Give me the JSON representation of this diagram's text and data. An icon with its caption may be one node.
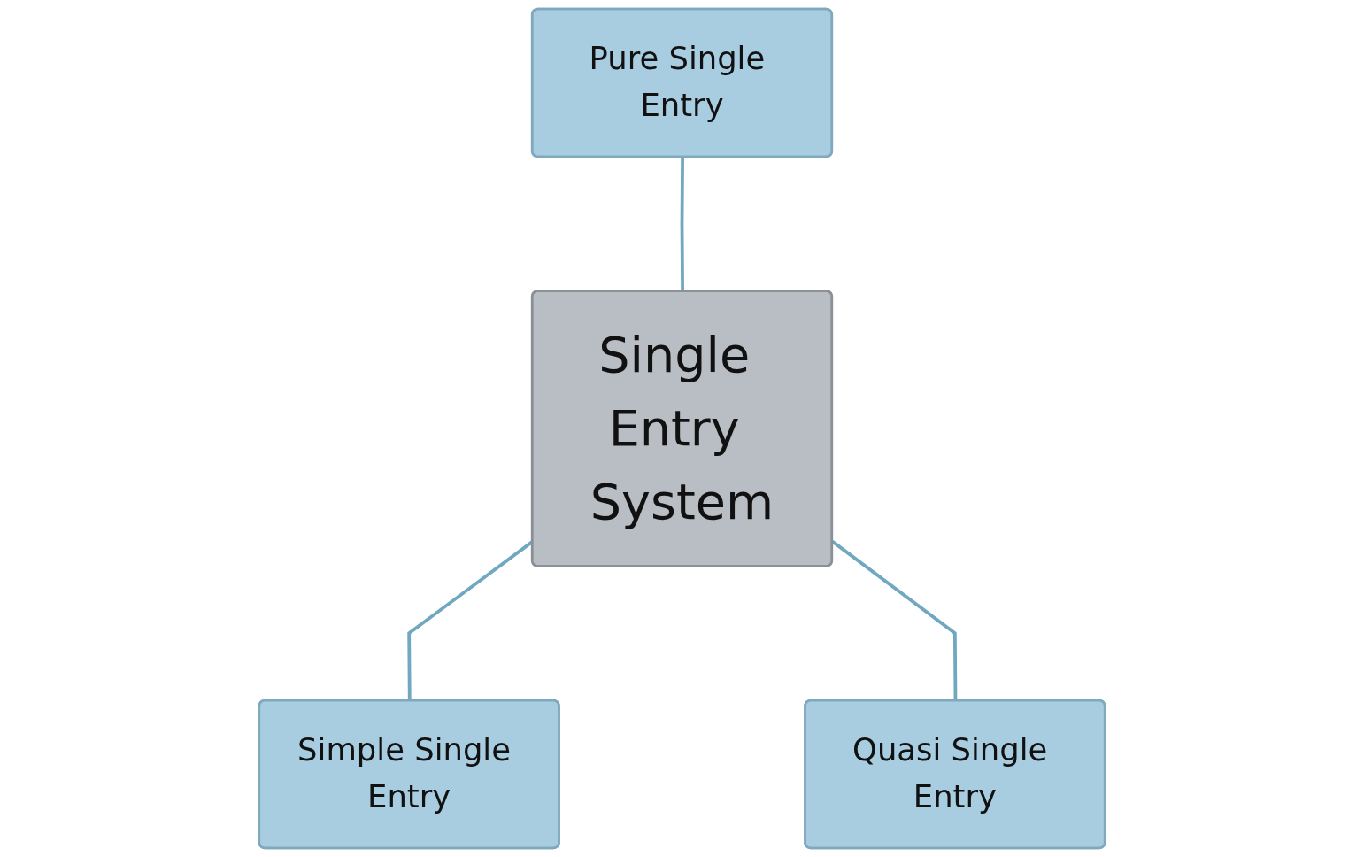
{
  "diagram": {
    "nodes": [
      {
        "text": [
          "Pure Single Entry"
        ]
      },
      {
        "text": [
          "Single Entry System"
        ]
      },
      {
        "text": [
          "Simple Single Entry"
        ]
      },
      {
        "text": [
          "Quasi Single Entry"
        ]
      }
    ],
    "edges": [
      {
        "from": 0,
        "to": 1,
        "arrow": "none"
      },
      {
        "from": 1,
        "to": 2,
        "arrow": "none"
      },
      {
        "from": 1,
        "to": 3,
        "arrow": "none"
      }
    ]
  }
}
